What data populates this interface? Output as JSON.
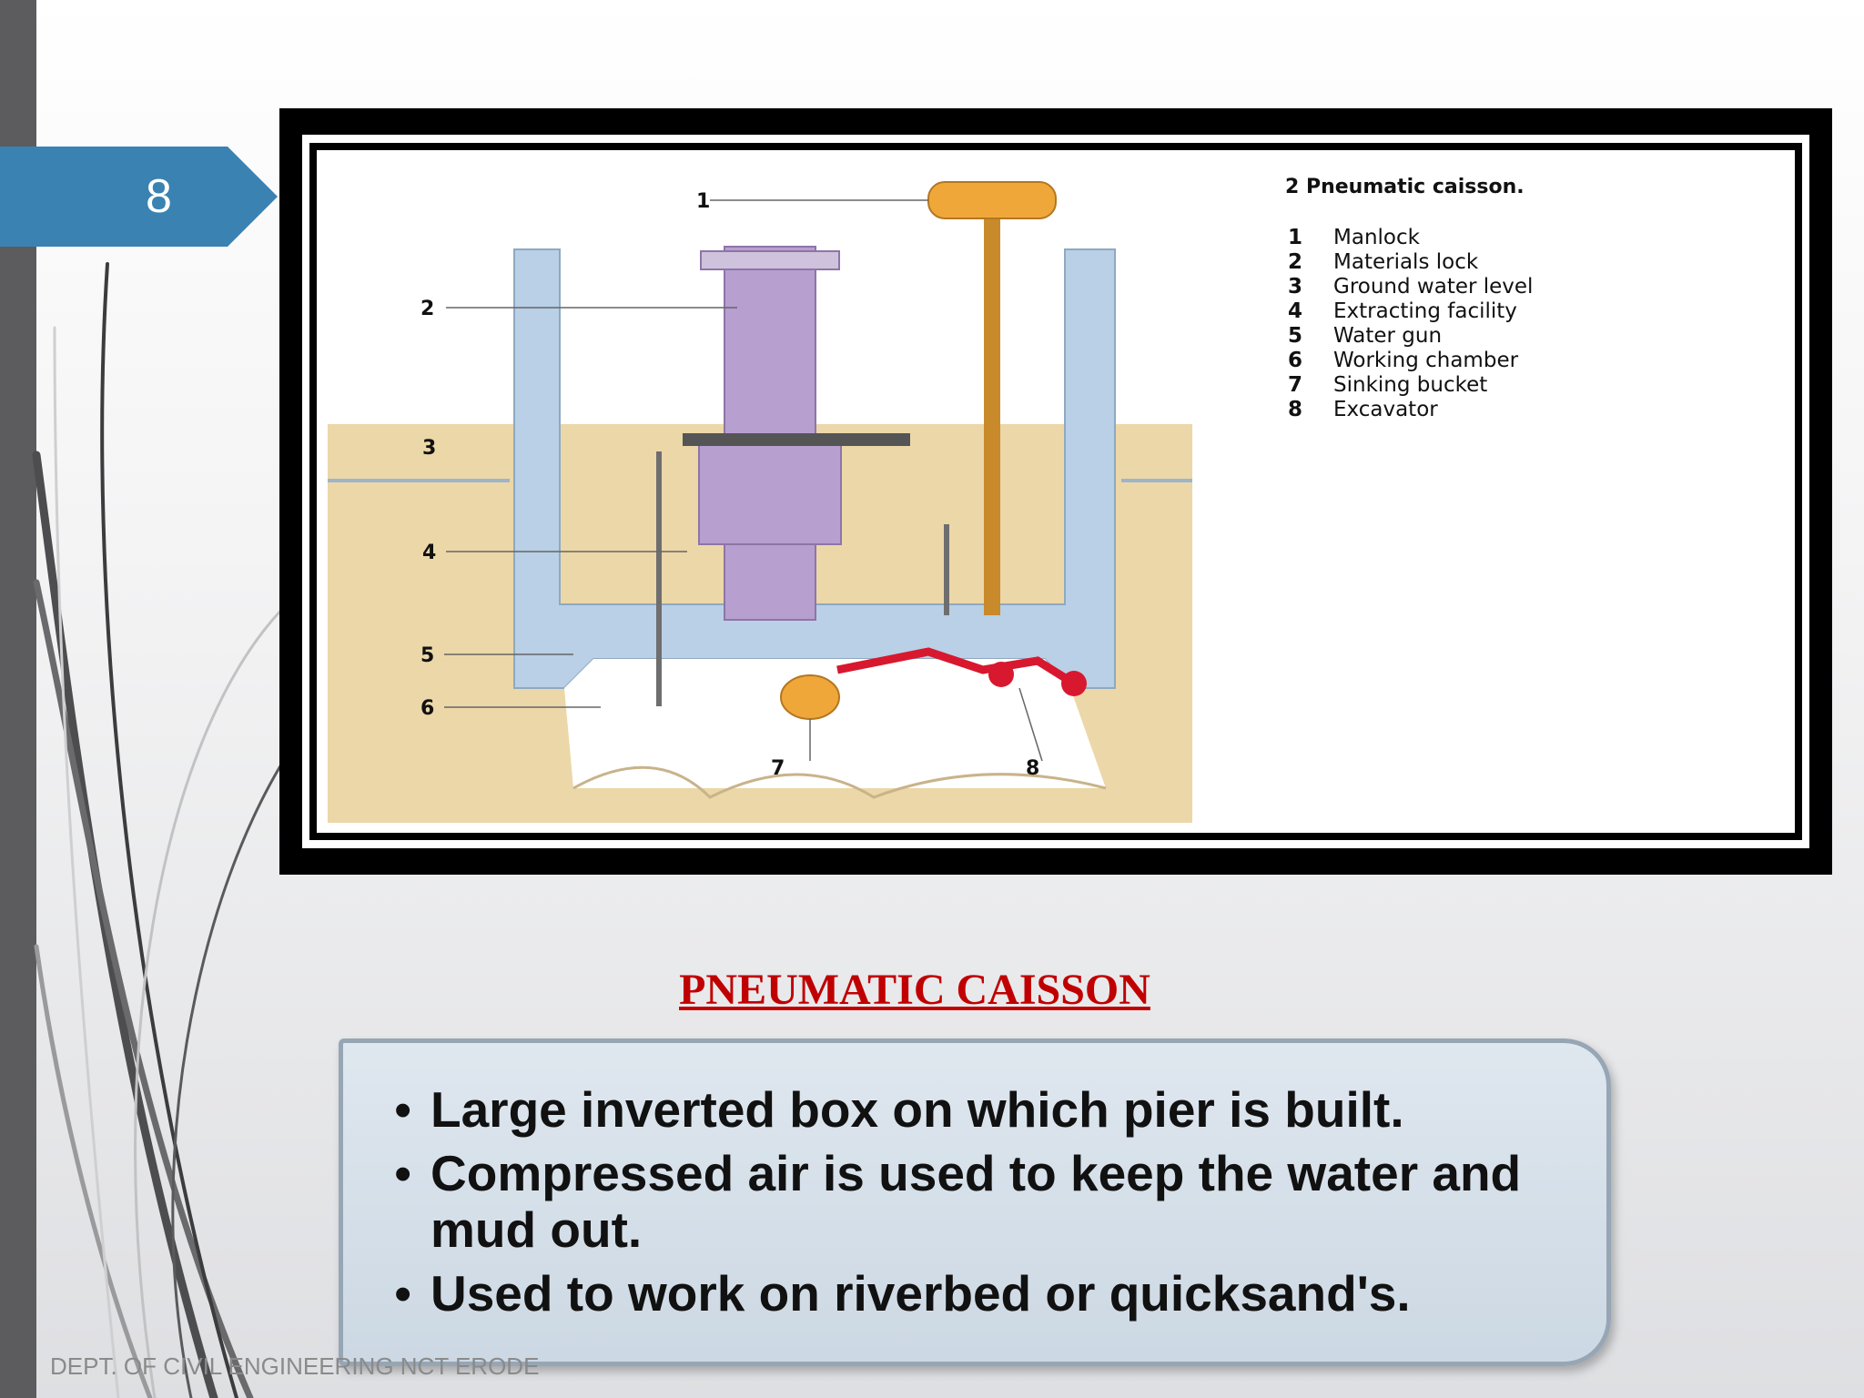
{
  "slide": {
    "number": "8",
    "title": "PNEUMATIC CAISSON",
    "bullets": [
      "Large inverted box on which pier is built.",
      "Compressed air is used to keep the water and mud out.",
      "Used to work on riverbed or quicksand's."
    ],
    "footer": "DEPT. OF CIVIL ENGINEERING NCT ERODE"
  },
  "diagram": {
    "legend_title": "2  Pneumatic caisson.",
    "legend": [
      {
        "num": "1",
        "label": "Manlock"
      },
      {
        "num": "2",
        "label": "Materials lock"
      },
      {
        "num": "3",
        "label": "Ground water level"
      },
      {
        "num": "4",
        "label": "Extracting facility"
      },
      {
        "num": "5",
        "label": "Water gun"
      },
      {
        "num": "6",
        "label": "Working chamber"
      },
      {
        "num": "7",
        "label": "Sinking bucket"
      },
      {
        "num": "8",
        "label": "Excavator"
      }
    ],
    "callouts": [
      "1",
      "2",
      "3",
      "4",
      "5",
      "6",
      "7",
      "8"
    ],
    "colors": {
      "soil": "#ecd7a8",
      "caisson": "#b9d0e6",
      "shaft": "#b79fd0",
      "manlock": "#f0a73a",
      "excavator": "#d8182e"
    }
  }
}
